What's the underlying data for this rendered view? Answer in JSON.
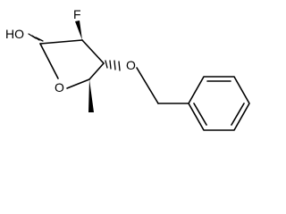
{
  "molecule": {
    "atoms": {
      "ho": "HO",
      "f": "F",
      "ring_o": "O",
      "ether_o": "O"
    }
  },
  "colors": {
    "line": "#000000",
    "background": "#ffffff"
  }
}
